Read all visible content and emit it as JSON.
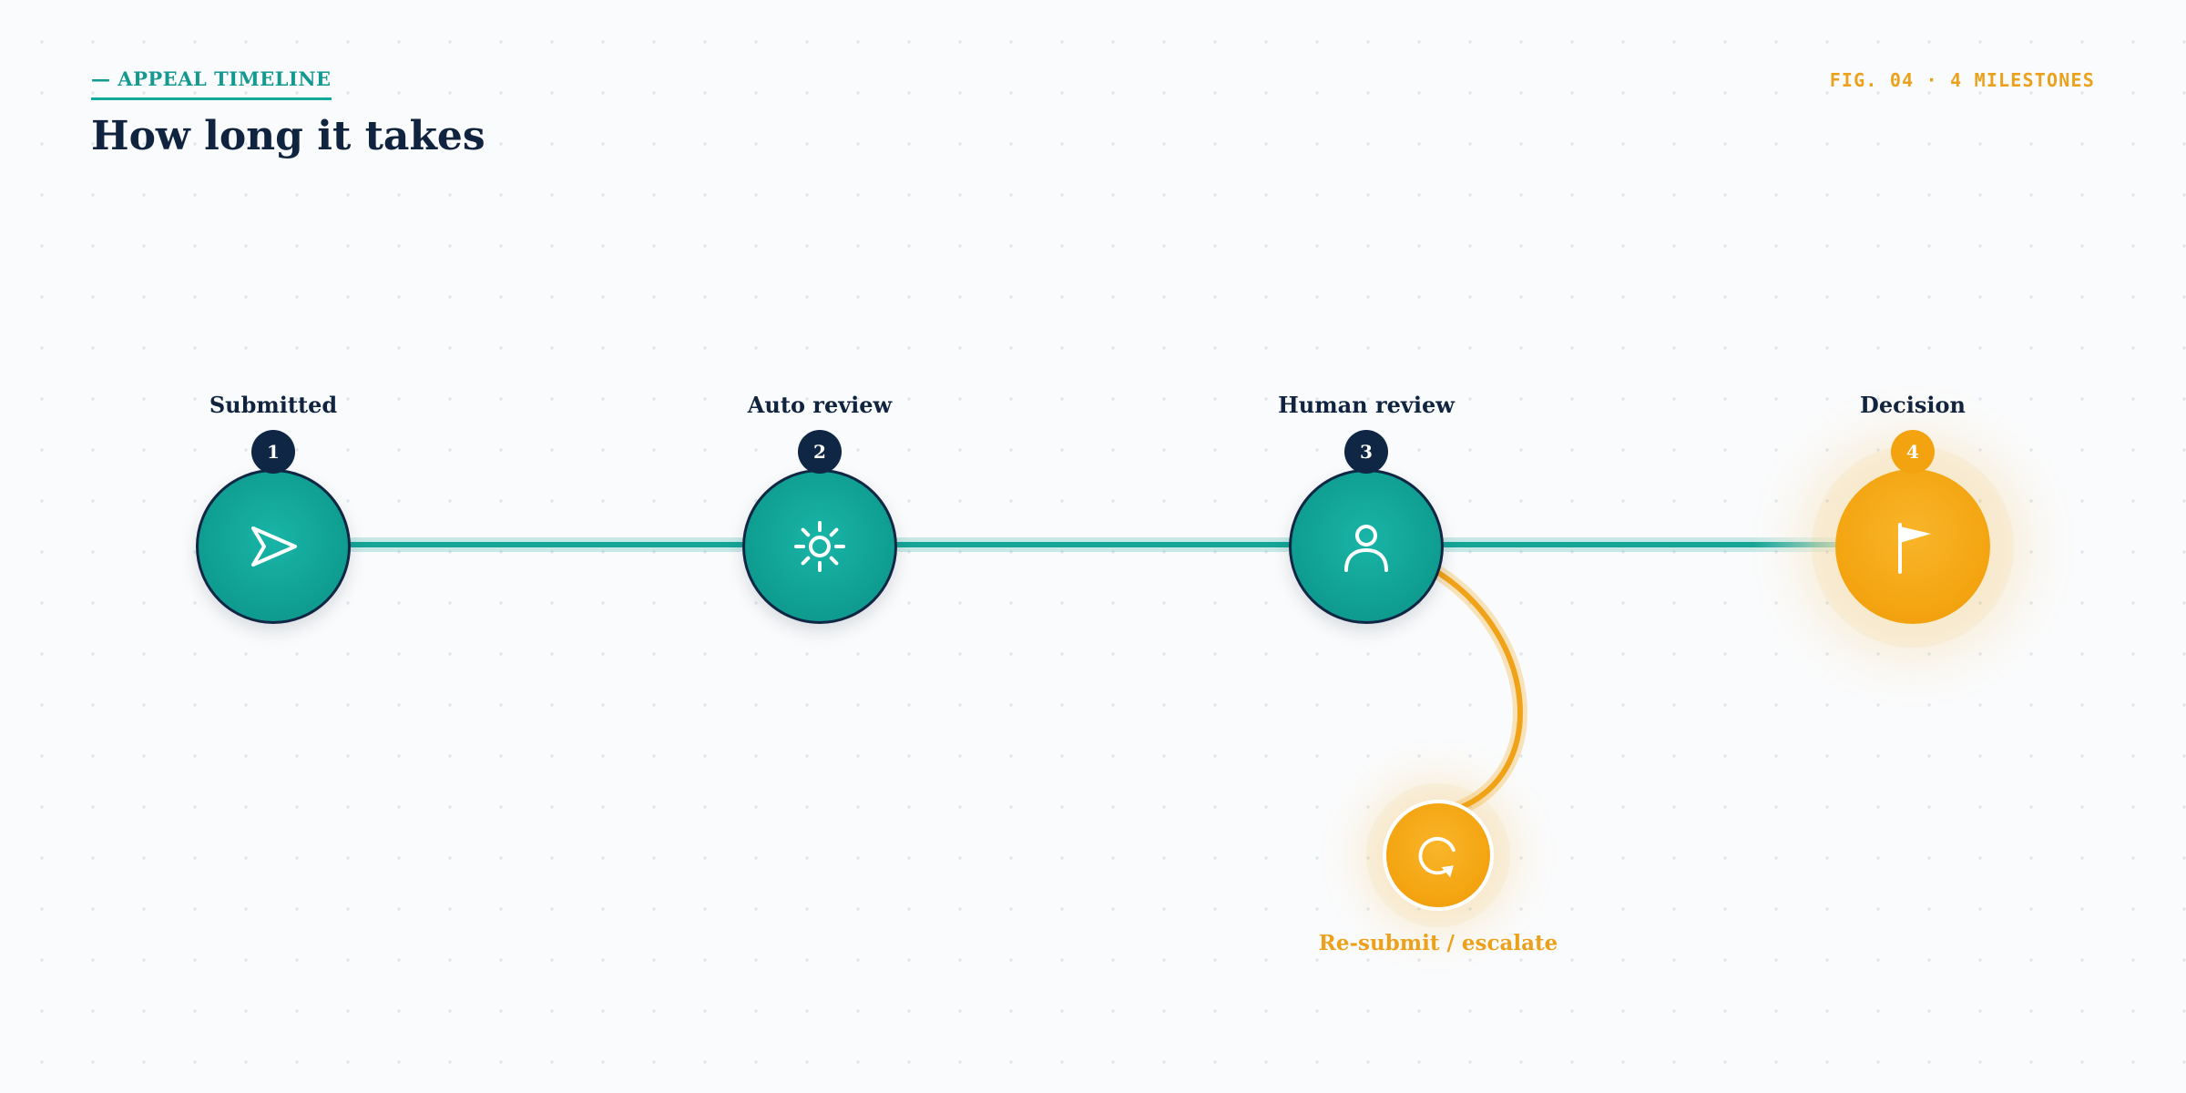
{
  "header": {
    "eyebrow": "— APPEAL TIMELINE",
    "title": "How long it takes",
    "figure_note": "FIG. 04 · 4 MILESTONES"
  },
  "milestones": [
    {
      "number": "1",
      "label": "Submitted",
      "icon": "send-icon"
    },
    {
      "number": "2",
      "label": "Auto review",
      "icon": "gear-icon"
    },
    {
      "number": "3",
      "label": "Human review",
      "icon": "person-icon"
    },
    {
      "number": "4",
      "label": "Decision",
      "icon": "flag-icon"
    }
  ],
  "branch": {
    "label": "Re-submit / escalate",
    "icon": "refresh-icon",
    "from_milestone": "3"
  },
  "colors": {
    "accent_teal": "#14a597",
    "accent_amber": "#f3a30f",
    "navy": "#10233f",
    "background": "#fafbfc"
  }
}
